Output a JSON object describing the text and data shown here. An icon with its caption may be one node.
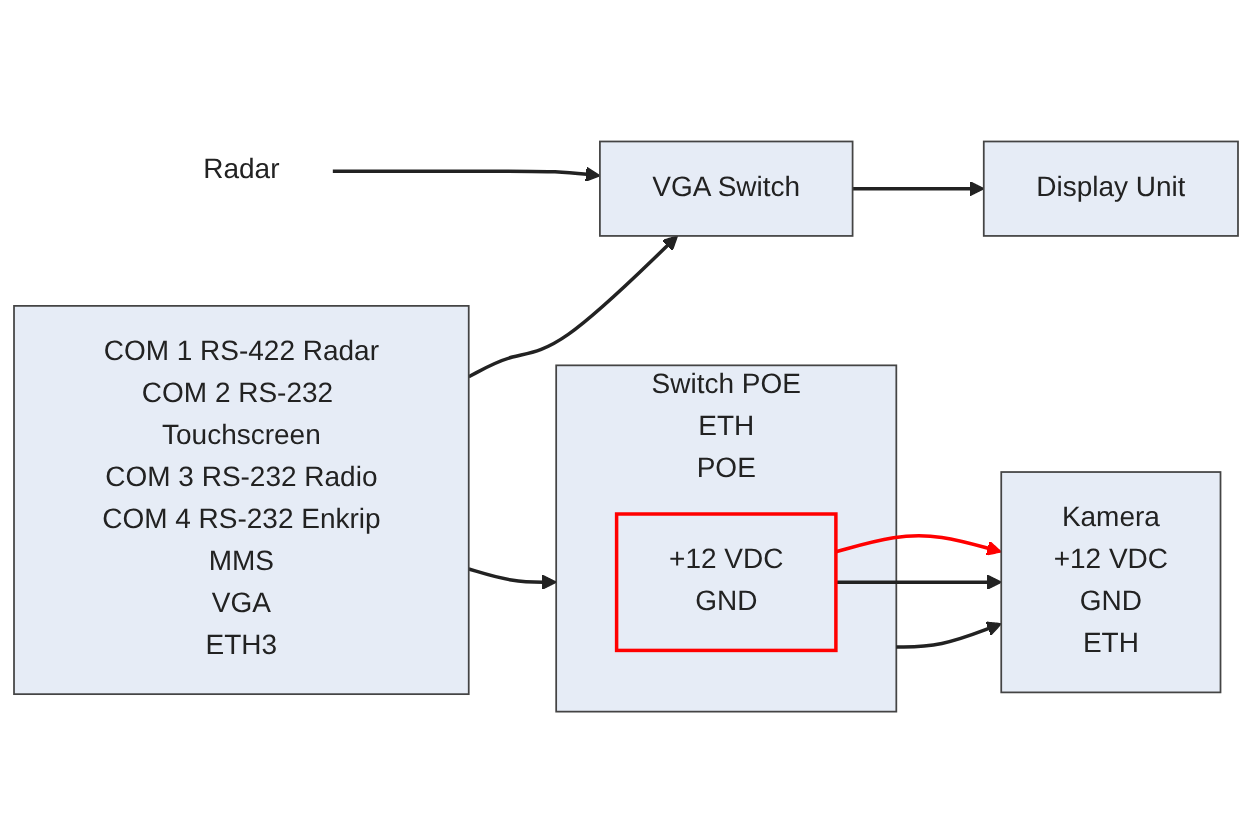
{
  "diagram": {
    "nodes": [
      {
        "text": [
          "Kamera",
          "+12 VDC",
          "GND",
          "ETH"
        ]
      },
      {
        "text": [
          "Switch POE",
          "ETH",
          "POE"
        ]
      },
      {
        "text": [
          "+12 VDC",
          "GND"
        ],
        "in": 1
      },
      {
        "text": [
          "COM 1 RS-422 Radar",
          "COM 2 RS-232 Touchscreen",
          "COM 3 RS-232 Radio",
          "COM 4 RS-232 Enkrip",
          "MMS",
          "VGA",
          "ETH3"
        ]
      },
      {
        "text": [
          "Radar"
        ]
      },
      {
        "text": [
          "VGA Switch"
        ]
      },
      {
        "text": [
          "Display Unit"
        ]
      }
    ],
    "edges": [
      {
        "from": 2,
        "to": 0,
        "arrow": "to",
        "color": "#ff0000"
      },
      {
        "from": 2,
        "to": 0,
        "arrow": "to"
      },
      {
        "from": 1,
        "to": 0,
        "arrow": "to"
      },
      {
        "from": 3,
        "to": 1,
        "arrow": "to"
      },
      {
        "from": 4,
        "to": 5,
        "arrow": "to"
      },
      {
        "from": 3,
        "to": 5,
        "arrow": "to"
      },
      {
        "from": 5,
        "to": 6,
        "arrow": "to"
      }
    ]
  }
}
